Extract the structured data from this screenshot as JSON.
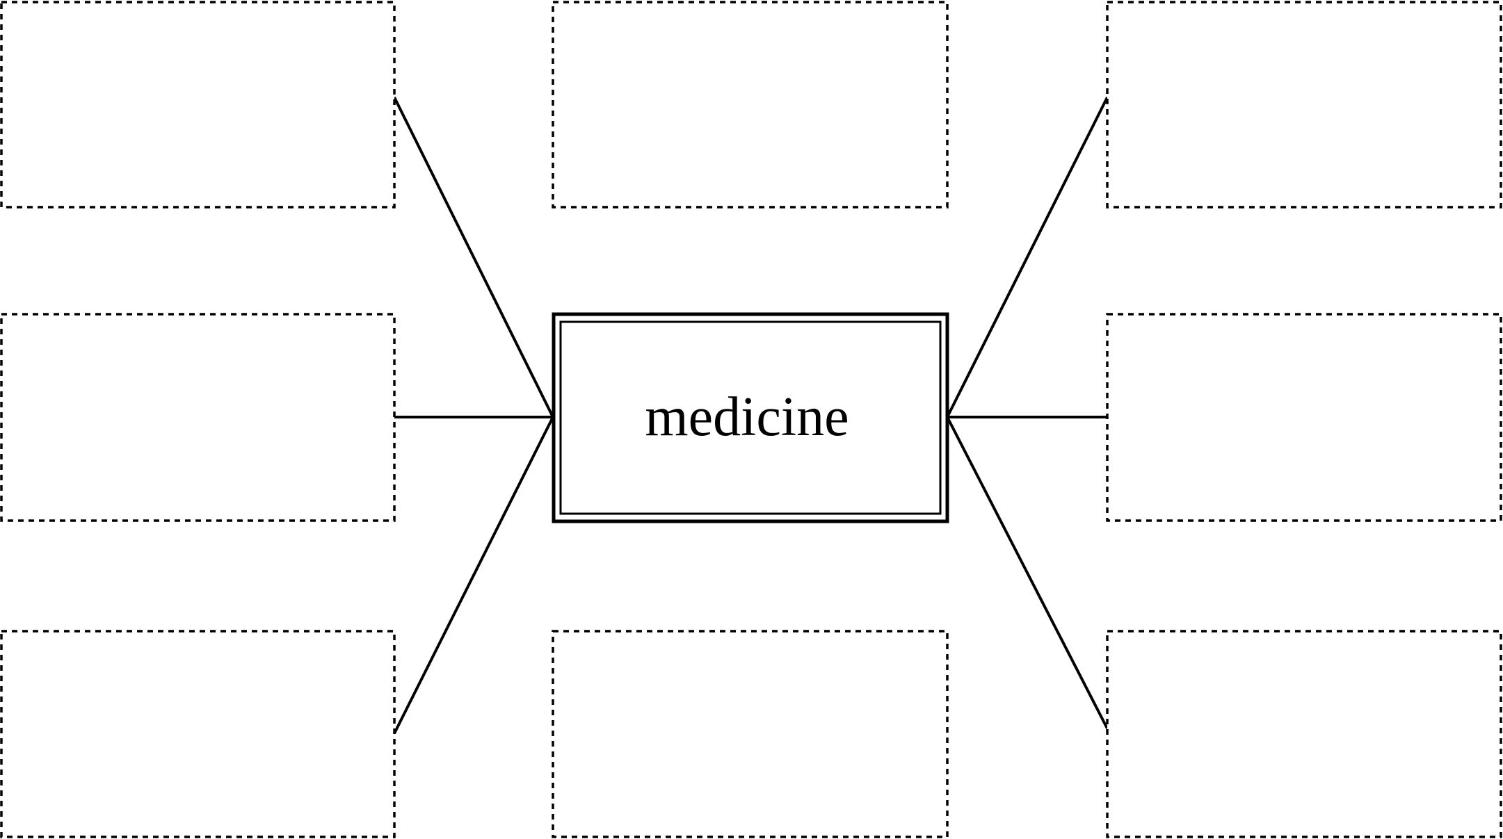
{
  "center_topic": {
    "label": "medicine"
  },
  "empty_boxes": [
    {
      "id": "top-left",
      "text": ""
    },
    {
      "id": "top-center",
      "text": ""
    },
    {
      "id": "top-right",
      "text": ""
    },
    {
      "id": "middle-left",
      "text": ""
    },
    {
      "id": "middle-right",
      "text": ""
    },
    {
      "id": "bottom-left",
      "text": ""
    },
    {
      "id": "bottom-center",
      "text": ""
    },
    {
      "id": "bottom-right",
      "text": ""
    }
  ],
  "colors": {
    "line": "#000000",
    "background": "#ffffff"
  }
}
